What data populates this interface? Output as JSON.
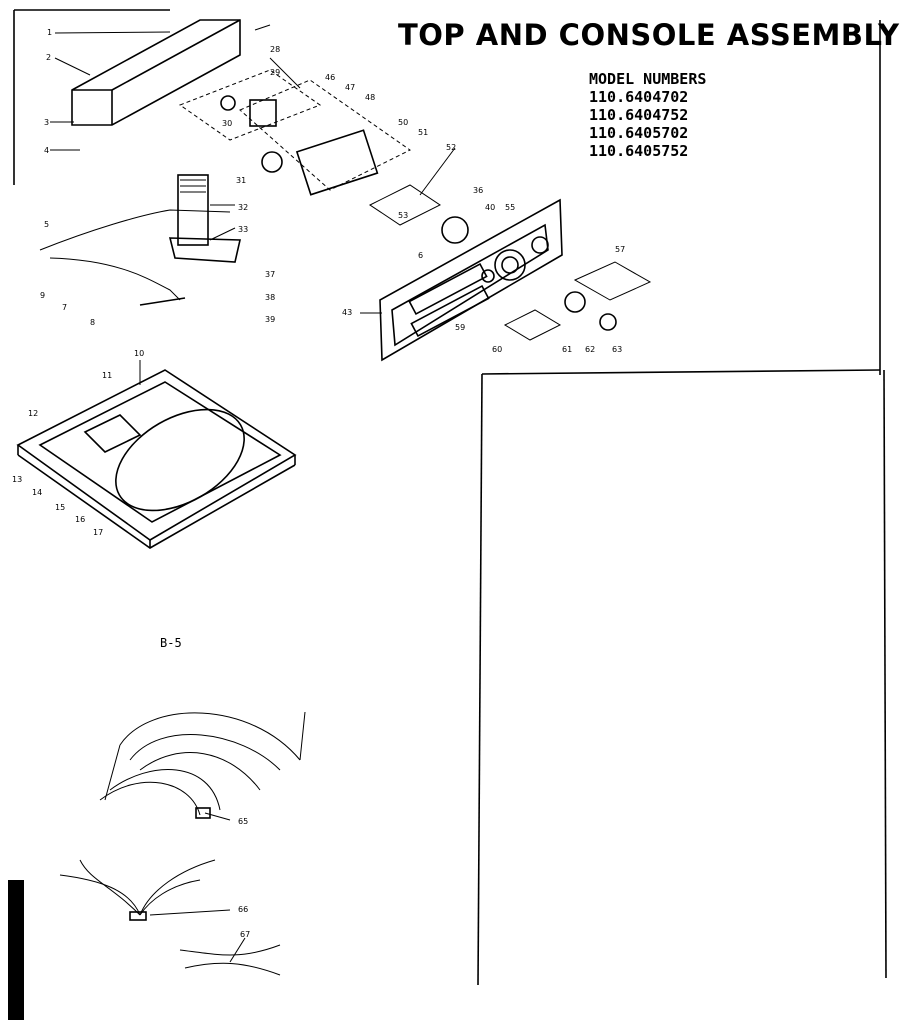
{
  "title": "TOP AND CONSOLE ASSEMBLY",
  "model_header": "MODEL NUMBERS",
  "models": [
    "110.6404702",
    "110.6404752",
    "110.6405702",
    "110.6405752"
  ],
  "page_code": "B-5",
  "callouts": [
    "1",
    "2",
    "3",
    "4",
    "5",
    "6",
    "7",
    "8",
    "9",
    "10",
    "11",
    "12",
    "13",
    "14",
    "15",
    "16",
    "17",
    "28",
    "29",
    "30",
    "31",
    "32",
    "33",
    "36",
    "37",
    "38",
    "39",
    "40",
    "43",
    "46",
    "47",
    "48",
    "50",
    "51",
    "52",
    "53",
    "55",
    "57",
    "59",
    "60",
    "61",
    "62",
    "63",
    "65",
    "66",
    "67"
  ]
}
